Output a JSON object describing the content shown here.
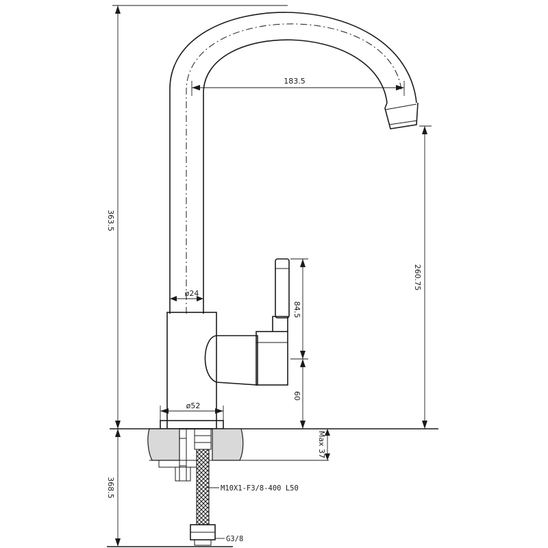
{
  "dimensions": {
    "total_height": "363.5",
    "spout_reach": "183.5",
    "spout_outlet_height": "260.75",
    "spout_diameter": "ø24",
    "body_diameter": "ø52",
    "handle_height": "84.5",
    "lever_base_height": "60",
    "max_counter_thickness": "Max 37",
    "hose_length": "368.5",
    "hose_spec": "M10X1-F3/8-400 L50",
    "hose_thread": "G3/8"
  }
}
